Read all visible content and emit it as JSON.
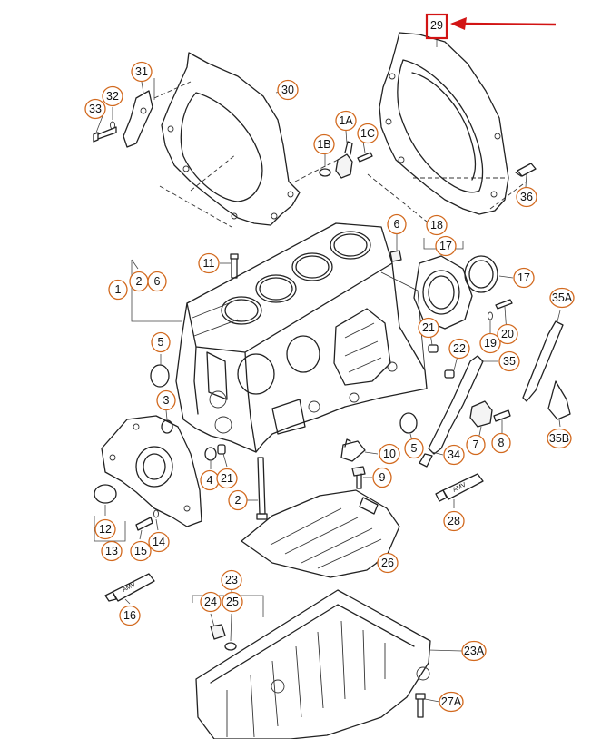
{
  "highlight": {
    "label": "29",
    "color": "#d21414"
  },
  "tube_marks": [
    "AMV",
    "AMV"
  ],
  "callouts": [
    {
      "id": "c-1",
      "label": "1"
    },
    {
      "id": "c-1A",
      "label": "1A"
    },
    {
      "id": "c-1B",
      "label": "1B"
    },
    {
      "id": "c-1C",
      "label": "1C"
    },
    {
      "id": "c-2a",
      "label": "2"
    },
    {
      "id": "c-2b",
      "label": "2"
    },
    {
      "id": "c-3",
      "label": "3"
    },
    {
      "id": "c-4",
      "label": "4"
    },
    {
      "id": "c-5a",
      "label": "5"
    },
    {
      "id": "c-5b",
      "label": "5"
    },
    {
      "id": "c-6a",
      "label": "6"
    },
    {
      "id": "c-6b",
      "label": "6"
    },
    {
      "id": "c-7",
      "label": "7"
    },
    {
      "id": "c-8",
      "label": "8"
    },
    {
      "id": "c-9",
      "label": "9"
    },
    {
      "id": "c-10",
      "label": "10"
    },
    {
      "id": "c-11",
      "label": "11"
    },
    {
      "id": "c-12",
      "label": "12"
    },
    {
      "id": "c-13",
      "label": "13"
    },
    {
      "id": "c-14",
      "label": "14"
    },
    {
      "id": "c-15",
      "label": "15"
    },
    {
      "id": "c-16",
      "label": "16"
    },
    {
      "id": "c-17a",
      "label": "17"
    },
    {
      "id": "c-17b",
      "label": "17"
    },
    {
      "id": "c-18",
      "label": "18"
    },
    {
      "id": "c-19",
      "label": "19"
    },
    {
      "id": "c-20",
      "label": "20"
    },
    {
      "id": "c-21a",
      "label": "21"
    },
    {
      "id": "c-21b",
      "label": "21"
    },
    {
      "id": "c-22",
      "label": "22"
    },
    {
      "id": "c-23",
      "label": "23"
    },
    {
      "id": "c-23A",
      "label": "23A"
    },
    {
      "id": "c-24",
      "label": "24"
    },
    {
      "id": "c-25",
      "label": "25"
    },
    {
      "id": "c-26",
      "label": "26"
    },
    {
      "id": "c-27A",
      "label": "27A"
    },
    {
      "id": "c-28",
      "label": "28"
    },
    {
      "id": "c-30",
      "label": "30"
    },
    {
      "id": "c-31",
      "label": "31"
    },
    {
      "id": "c-32",
      "label": "32"
    },
    {
      "id": "c-33",
      "label": "33"
    },
    {
      "id": "c-34",
      "label": "34"
    },
    {
      "id": "c-35",
      "label": "35"
    },
    {
      "id": "c-35A",
      "label": "35A"
    },
    {
      "id": "c-35B",
      "label": "35B"
    },
    {
      "id": "c-36",
      "label": "36"
    }
  ]
}
